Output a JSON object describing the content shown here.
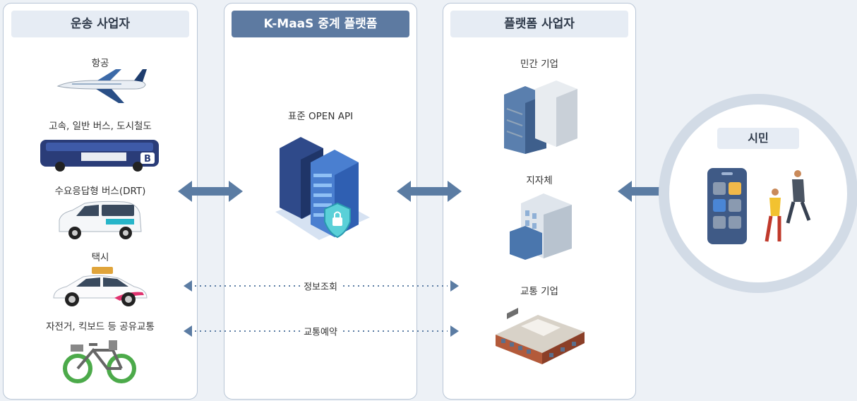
{
  "transport": {
    "title": "운송 사업자",
    "items": [
      {
        "label": "항공",
        "icon": "airplane-icon"
      },
      {
        "label": "고속, 일반 버스, 도시철도",
        "icon": "bus-icon"
      },
      {
        "label": "수요응답형 버스(DRT)",
        "icon": "van-icon"
      },
      {
        "label": "택시",
        "icon": "taxi-icon"
      },
      {
        "label": "자전거, 킥보드 등 공유교통",
        "icon": "bicycle-icon"
      }
    ]
  },
  "platform": {
    "title": "K-MaaS 중계 플랫폼",
    "api_label": "표준 OPEN API",
    "icon": "server-icon"
  },
  "operators": {
    "title": "플랫폼 사업자",
    "items": [
      {
        "label": "민간 기업",
        "icon": "office-building-icon"
      },
      {
        "label": "지자체",
        "icon": "government-building-icon"
      },
      {
        "label": "교통 기업",
        "icon": "transport-company-building-icon"
      }
    ]
  },
  "flows": {
    "info_query": "정보조회",
    "booking": "교통예약"
  },
  "citizen": {
    "title": "시민",
    "icon": "smartphone-people-icon"
  },
  "colors": {
    "arrow": "#5b7ca3",
    "panel_border": "#b9c6d6",
    "title_dark": "#5d7aa1",
    "title_light": "#e6ecf4",
    "background": "#edf1f6"
  }
}
